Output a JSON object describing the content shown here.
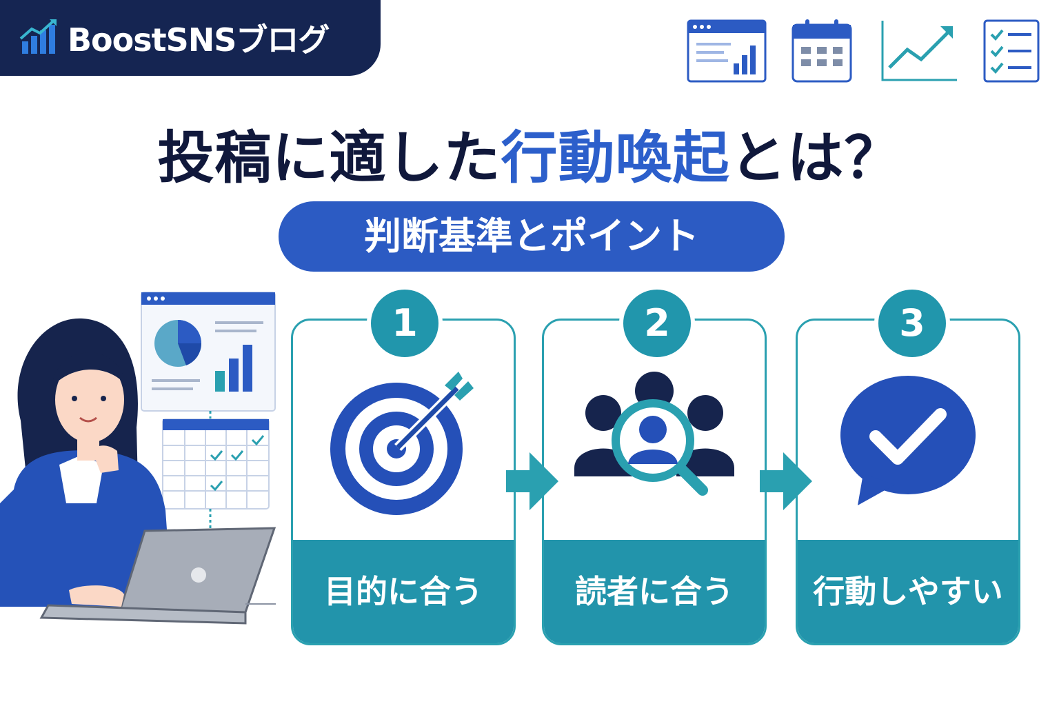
{
  "brand": {
    "name": "BoostSNSブログ"
  },
  "headline": {
    "part1": "投稿に適した",
    "accent": "行動喚起",
    "part2": "とは？"
  },
  "subtitle": "判断基準とポイント",
  "steps": [
    {
      "number": "1",
      "label": "目的に合う",
      "icon": "target-icon"
    },
    {
      "number": "2",
      "label": "読者に合う",
      "icon": "audience-search-icon"
    },
    {
      "number": "3",
      "label": "行動しやすい",
      "icon": "check-speech-bubble-icon"
    }
  ],
  "top_icons": [
    "dashboard-window-icon",
    "calendar-icon",
    "trend-chart-icon",
    "checklist-icon"
  ],
  "colors": {
    "navy": "#152552",
    "blue": "#2c5bc3",
    "teal": "#2294ab",
    "text": "#10183b"
  }
}
